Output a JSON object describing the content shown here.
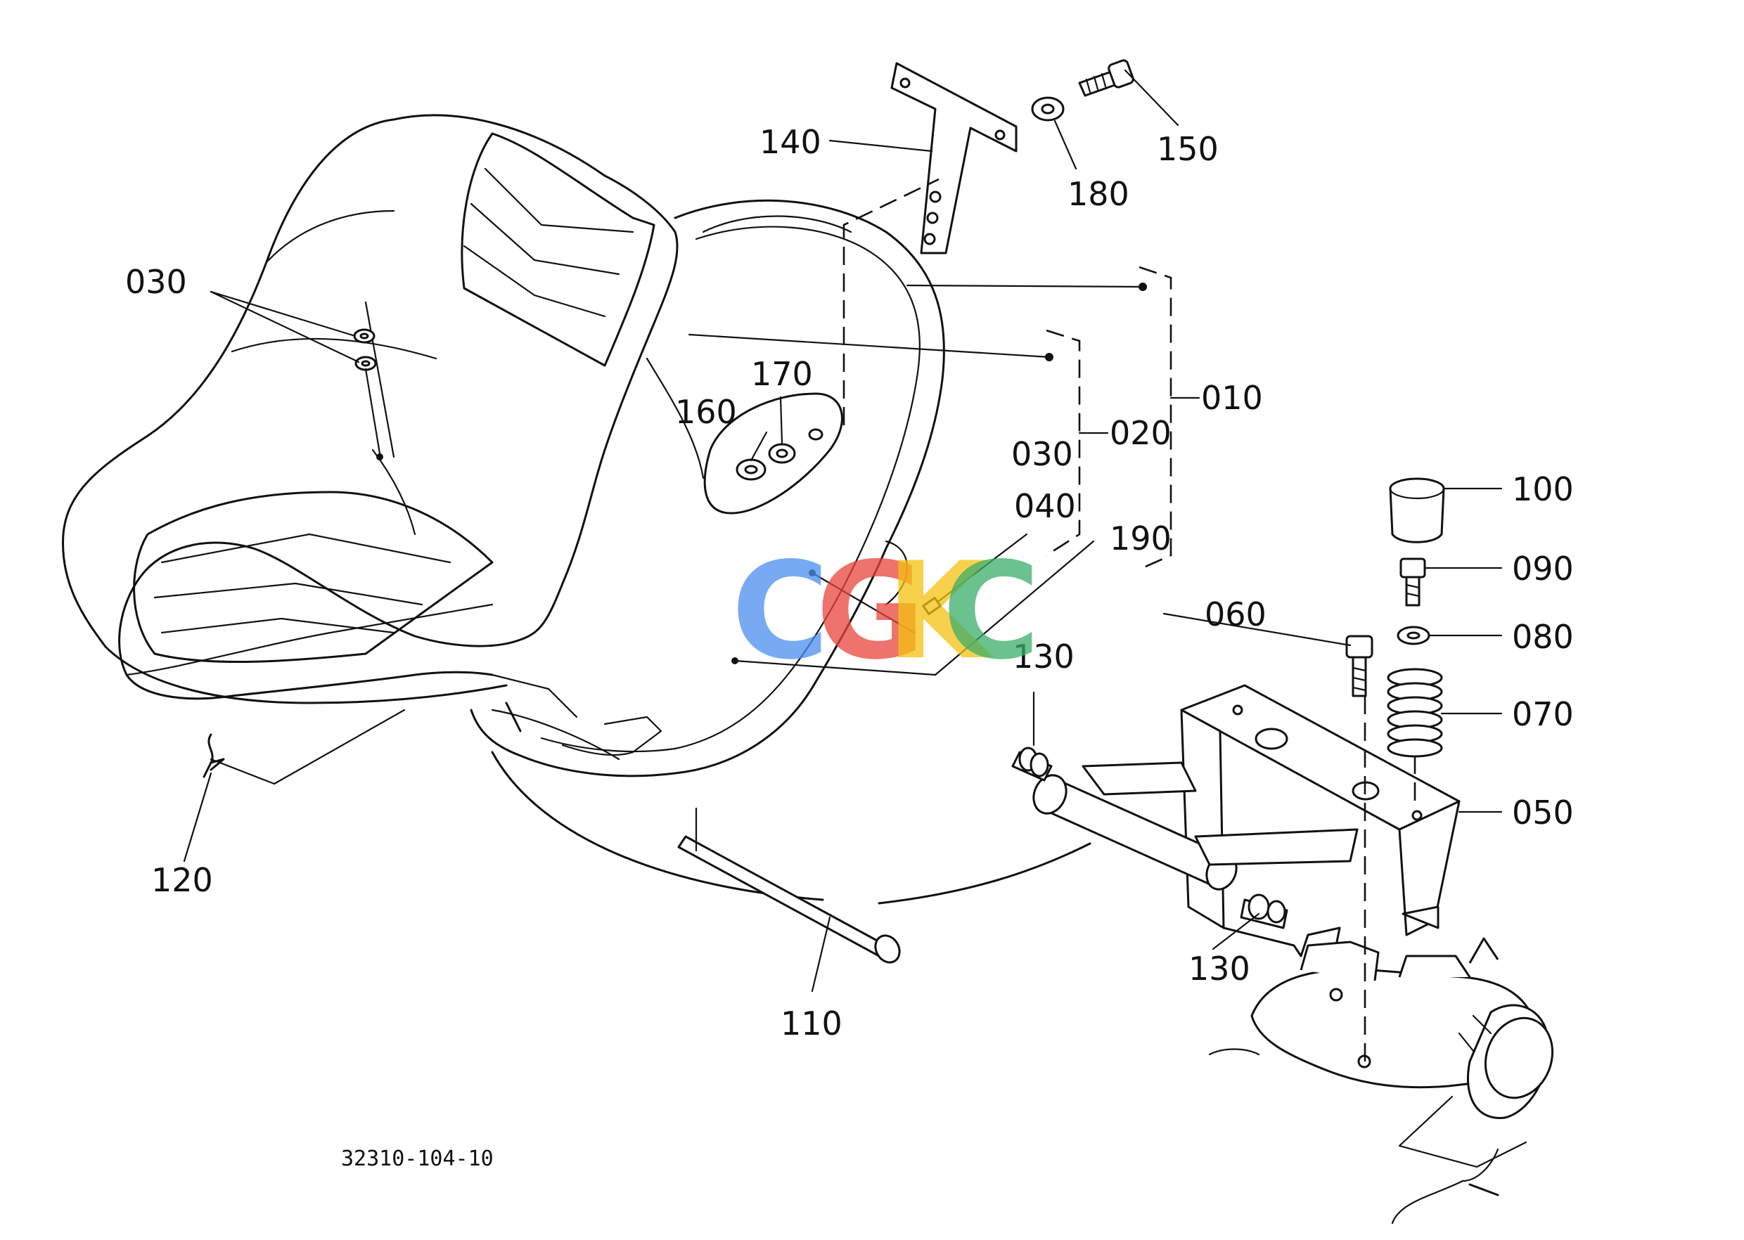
{
  "callouts": {
    "p010": "010",
    "p020": "020",
    "p030_left": "030",
    "p030_right": "030",
    "p040": "040",
    "p050": "050",
    "p060": "060",
    "p070": "070",
    "p080": "080",
    "p090": "090",
    "p100": "100",
    "p110": "110",
    "p120": "120",
    "p130_top": "130",
    "p130_bottom": "130",
    "p140": "140",
    "p150": "150",
    "p160": "160",
    "p170": "170",
    "p180": "180",
    "p190": "190"
  },
  "drawing_code": "32310-104-10",
  "watermark": {
    "letters": [
      "C",
      "G",
      "K",
      "C"
    ],
    "colors": [
      "#4a8ef0",
      "#e8453c",
      "#f5c211",
      "#3cae6a"
    ]
  }
}
